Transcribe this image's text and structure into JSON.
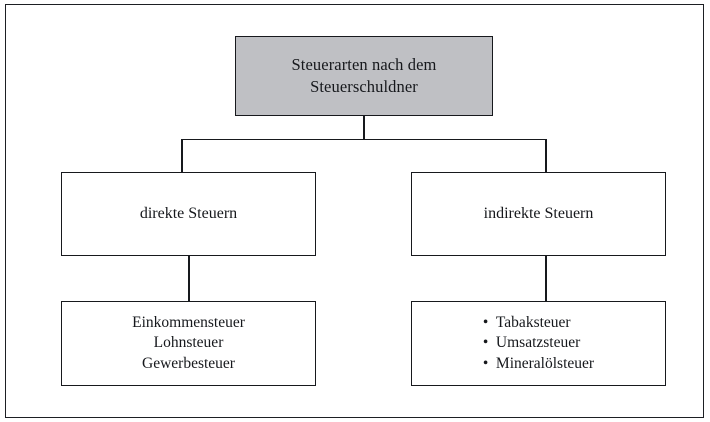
{
  "diagram": {
    "type": "tree",
    "root": {
      "label_line_1": "Steuerarten nach dem",
      "label_line_2": "Steuerschuldner",
      "fill_color": "#bfc0c4",
      "border_color": "#17191d"
    },
    "branches": [
      {
        "label": "direkte Steuern",
        "items_bulleted": false,
        "items": [
          "Einkommensteuer",
          "Lohnsteuer",
          "Gewerbesteuer"
        ]
      },
      {
        "label": "indirekte Steuern",
        "items_bulleted": true,
        "bullet_glyph": "•",
        "items": [
          "Tabaksteuer",
          "Umsatzsteuer",
          "Mineralölsteuer"
        ]
      }
    ],
    "frame": {
      "border_color": "#1d1f23",
      "background_color": "#ffffff"
    }
  }
}
